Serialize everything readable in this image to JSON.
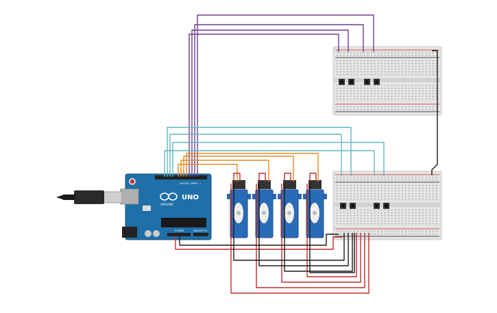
{
  "colors": {
    "wire_purple": "#6b3d8f",
    "wire_teal": "#5fb8c0",
    "wire_orange": "#e08a1e",
    "wire_red": "#c62828",
    "wire_black": "#1a1a1a",
    "arduino_blue": "#1f6fa8",
    "servo_blue": "#2a6bb8",
    "breadboard": "#e6e6e6"
  },
  "arduino": {
    "brand": "UNO",
    "maker": "ARDUINO",
    "digital_label": "DIGITAL (PWM ~)",
    "power_label": "POWER",
    "analog_label": "ANALOG IN",
    "logo_icon": "infinity-logo-icon"
  },
  "components": {
    "usb_cable": "usb-cable-icon",
    "servo_count": 4,
    "pushbutton_icon": "pushbutton-icon",
    "breadboard_count": 2
  }
}
